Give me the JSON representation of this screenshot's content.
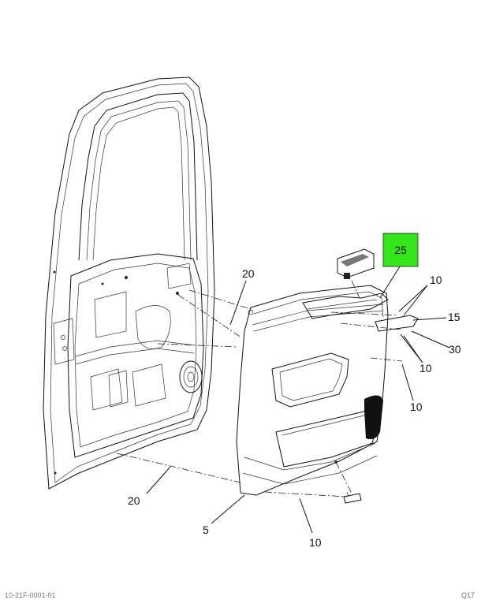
{
  "diagram": {
    "highlight_color": "#33e51a",
    "highlighted_label": "25",
    "callouts": {
      "c25": "25",
      "c10_top": "10",
      "c15": "15",
      "c30": "30",
      "c10_mid": "10",
      "c10_right": "10",
      "c20_top": "20",
      "c20_bottom": "20",
      "c5": "5",
      "c10_bottom": "10"
    }
  },
  "footer": {
    "left": "10-21F-0001-01",
    "right": "Q17"
  }
}
